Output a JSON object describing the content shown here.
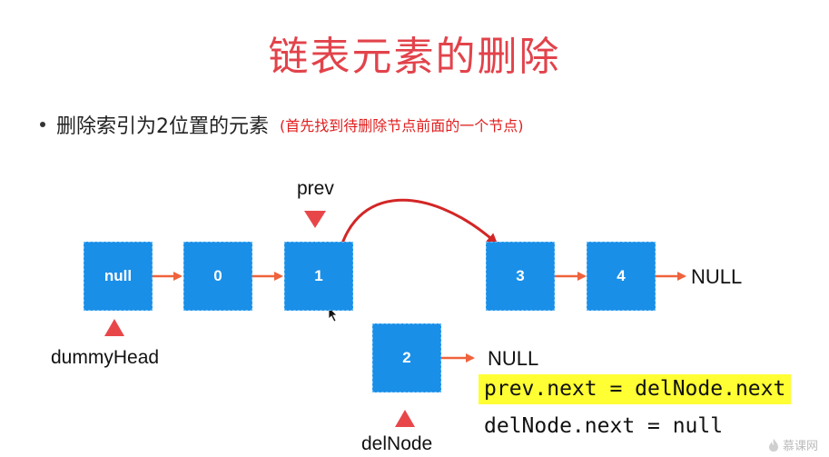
{
  "title": "链表元素的删除",
  "bullet": {
    "text": "删除索引为2位置的元素",
    "note": "(首先找到待删除节点前面的一个节点)"
  },
  "nodes": {
    "dummy": "null",
    "n0": "0",
    "n1": "1",
    "n3": "3",
    "n4": "4",
    "n2": "2"
  },
  "labels": {
    "prev": "prev",
    "dummyHead": "dummyHead",
    "delNode": "delNode",
    "null_main": "NULL",
    "null_del": "NULL"
  },
  "code": {
    "line1": "prev.next = delNode.next",
    "line2": "delNode.next = null"
  },
  "colors": {
    "title": "#e2434b",
    "node": "#1a8fe8",
    "arrow": "#f0623c",
    "pointer": "#e8474a",
    "highlight": "#ffff33",
    "note": "#e01e1e"
  },
  "watermark": {
    "icon": "flame-icon",
    "text": "慕课网"
  }
}
